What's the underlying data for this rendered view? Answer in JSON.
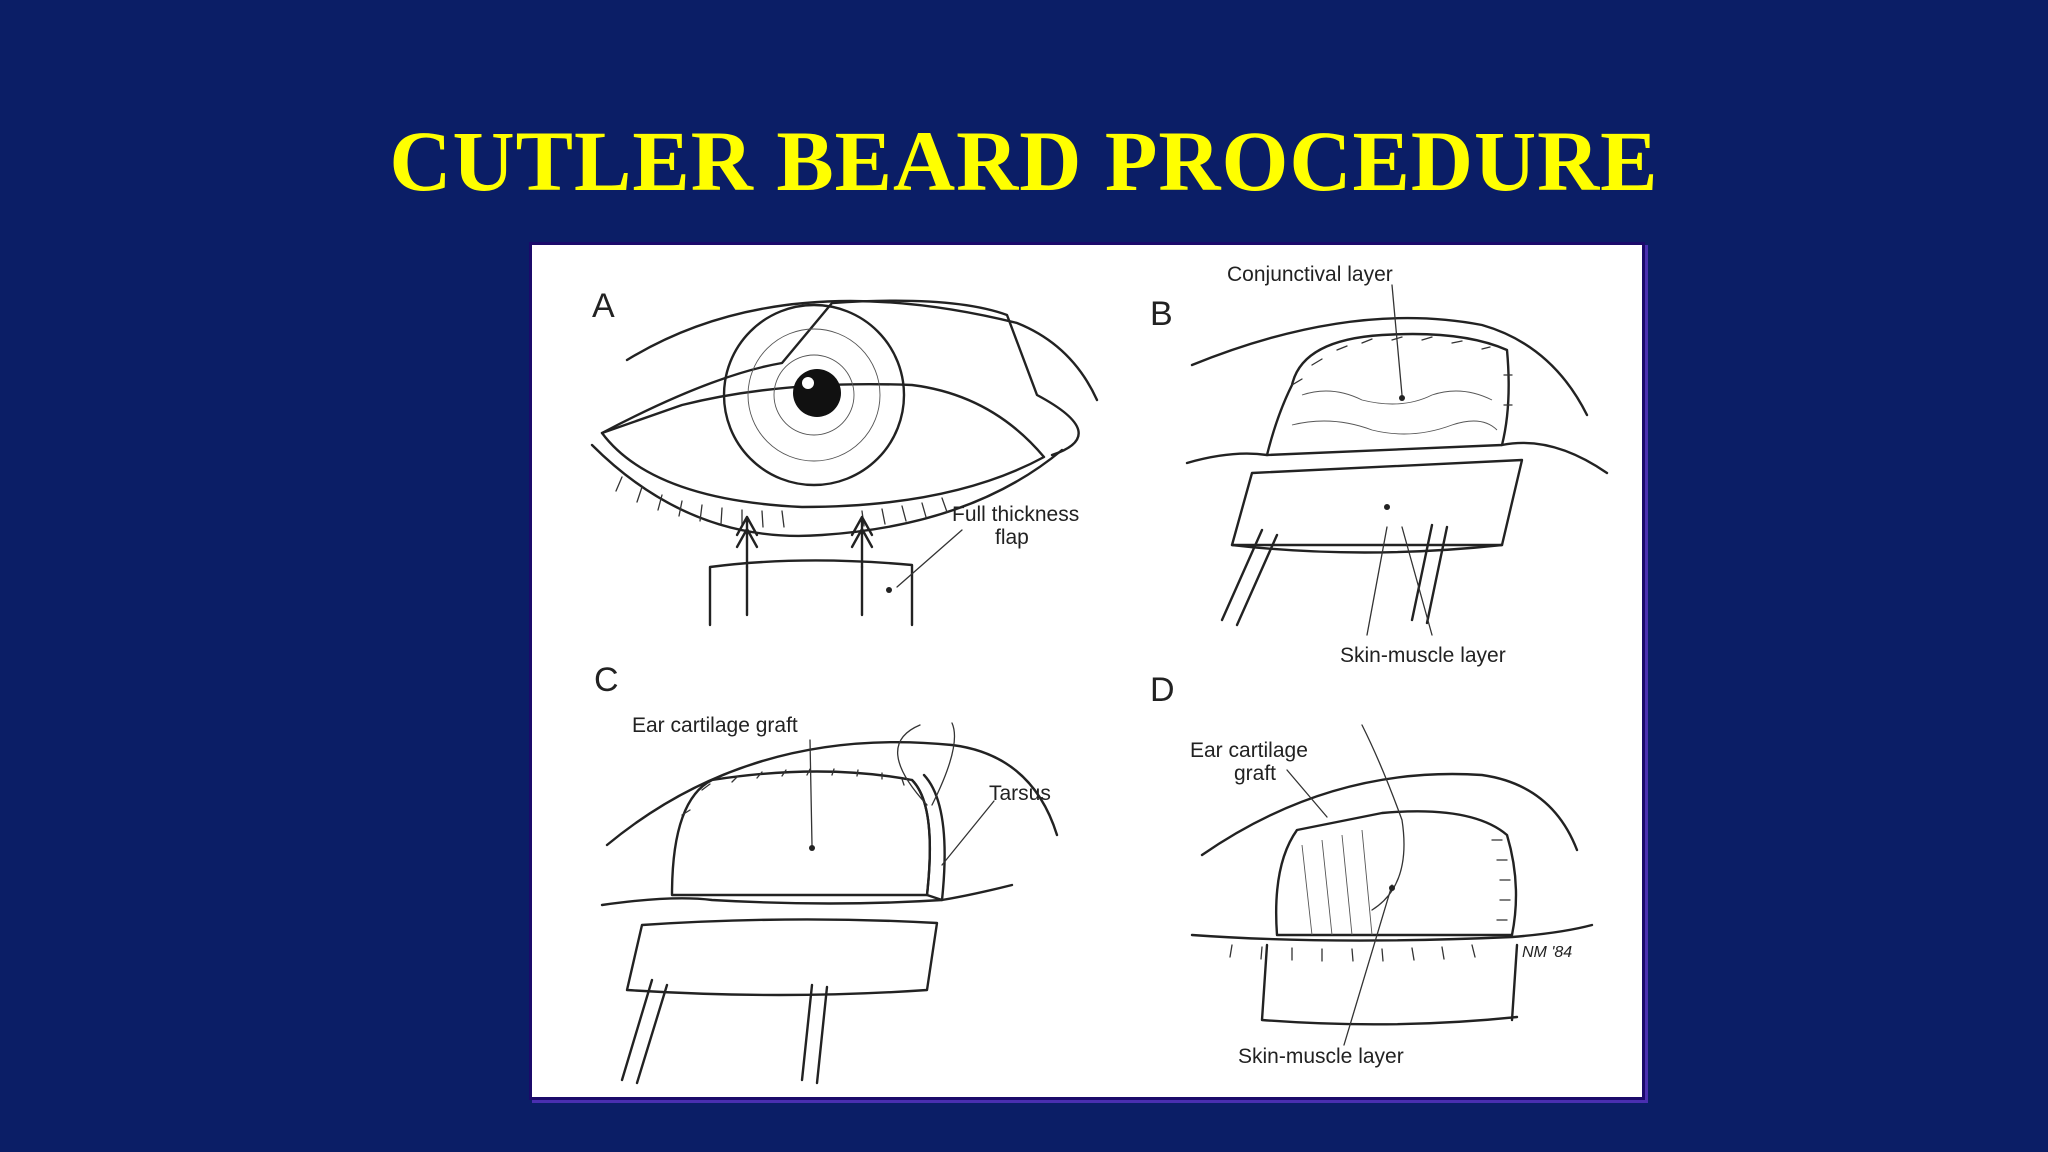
{
  "slide": {
    "title": "CUTLER BEARD PROCEDURE"
  },
  "figure": {
    "panels": [
      {
        "letter": "A",
        "labels": [
          "Full thickness",
          "flap"
        ]
      },
      {
        "letter": "B",
        "labels": [
          "Conjunctival layer",
          "Skin-muscle layer"
        ]
      },
      {
        "letter": "C",
        "labels": [
          "Ear cartilage graft",
          "Tarsus"
        ]
      },
      {
        "letter": "D",
        "labels": [
          "Ear cartilage",
          "graft",
          "Skin-muscle layer"
        ]
      }
    ],
    "signature": "NM '84"
  },
  "colors": {
    "background": "#0b1e66",
    "title": "#ffff00",
    "figure_background": "#ffffff",
    "figure_border": "#1b0a6a"
  }
}
